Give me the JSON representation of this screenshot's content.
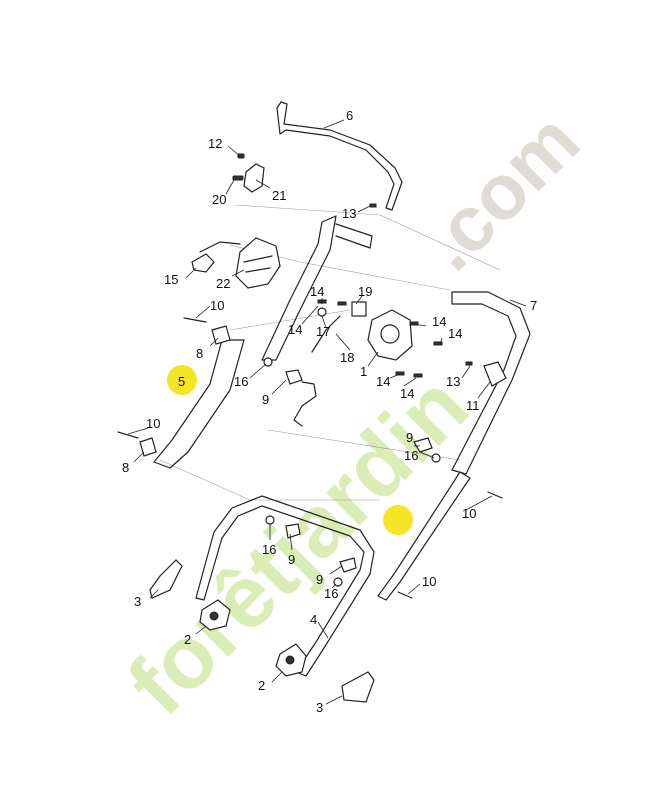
{
  "watermark": {
    "forestgarden_text": "forêtjardin",
    "com_text": ".com",
    "green_color": "#cfe8a0",
    "gray_color": "#d9d4cc"
  },
  "highlight_color": "#f2e200",
  "callouts": {
    "c1": "1",
    "c2a": "2",
    "c2b": "2",
    "c3a": "3",
    "c3b": "3",
    "c4": "4",
    "c5": "5",
    "c6": "6",
    "c7": "7",
    "c8a": "8",
    "c8b": "8",
    "c9a": "9",
    "c9b": "9",
    "c9c": "9",
    "c10a": "10",
    "c10b": "10",
    "c10c": "10",
    "c10d": "10",
    "c11": "11",
    "c12": "12",
    "c13a": "13",
    "c13b": "13",
    "c14a": "14",
    "c14b": "14",
    "c14c": "14",
    "c14d": "14",
    "c14e": "14",
    "c14f": "14",
    "c15": "15",
    "c16a": "16",
    "c16b": "16",
    "c16c": "16",
    "c16d": "16",
    "c17": "17",
    "c18": "18",
    "c19": "19",
    "c20": "20",
    "c21": "21",
    "c22": "22"
  }
}
